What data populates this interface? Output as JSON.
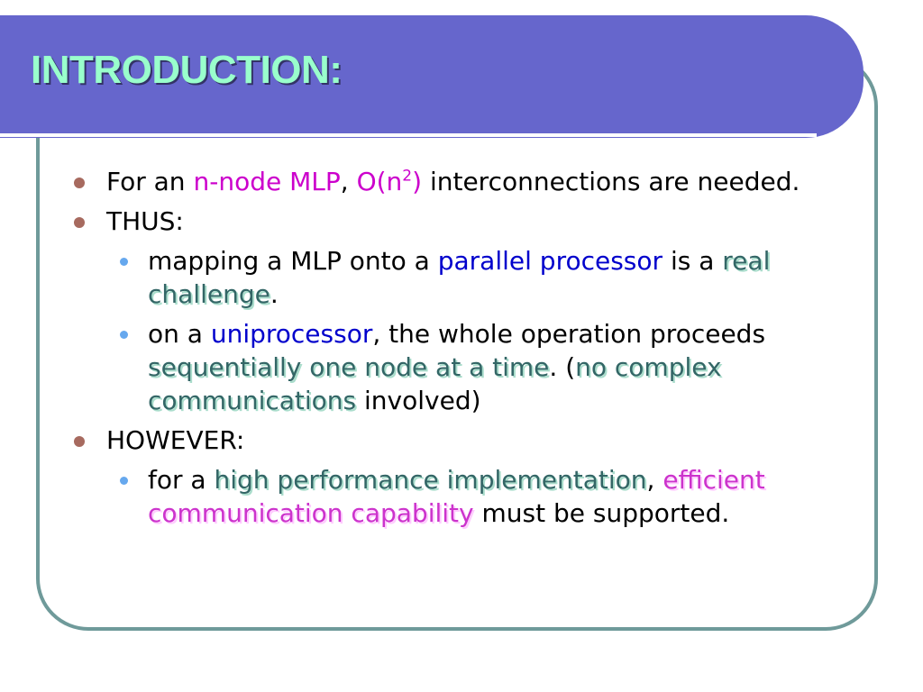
{
  "title": "INTRODUCTION:",
  "bullets": {
    "b1": {
      "t1": "For an ",
      "t2": "n-node MLP",
      "t3": ", ",
      "t4": "O(n",
      "t5": "2",
      "t6": ")",
      "t7": " interconnections are needed."
    },
    "b2": {
      "label": "THUS:",
      "s1": {
        "t1": "mapping a MLP onto a ",
        "t2": "parallel processor",
        "t3": " is a ",
        "t4": "real challenge",
        "t5": "."
      },
      "s2": {
        "t1": "on a ",
        "t2": "uniprocessor",
        "t3": ", the whole operation proceeds ",
        "t4": "sequentially one node at a time",
        "t5": ". (",
        "t6": "no complex communications",
        "t7": " involved)"
      }
    },
    "b3": {
      "label": "HOWEVER:",
      "s1": {
        "t1": "for a ",
        "t2": "high performance implementation",
        "t3": ", ",
        "t4": "efficient communication capability",
        "t5": " must be supported."
      }
    }
  },
  "colors": {
    "title_bar": "#6666cc",
    "title_text": "#99ffcc",
    "frame_border": "#6f9a9a",
    "bullet_level1": "#a76a5f",
    "bullet_level2": "#66a8ee",
    "magenta": "#cc00cc",
    "blue": "#0000cc",
    "teal": "#336666",
    "pink": "#cc33cc"
  }
}
